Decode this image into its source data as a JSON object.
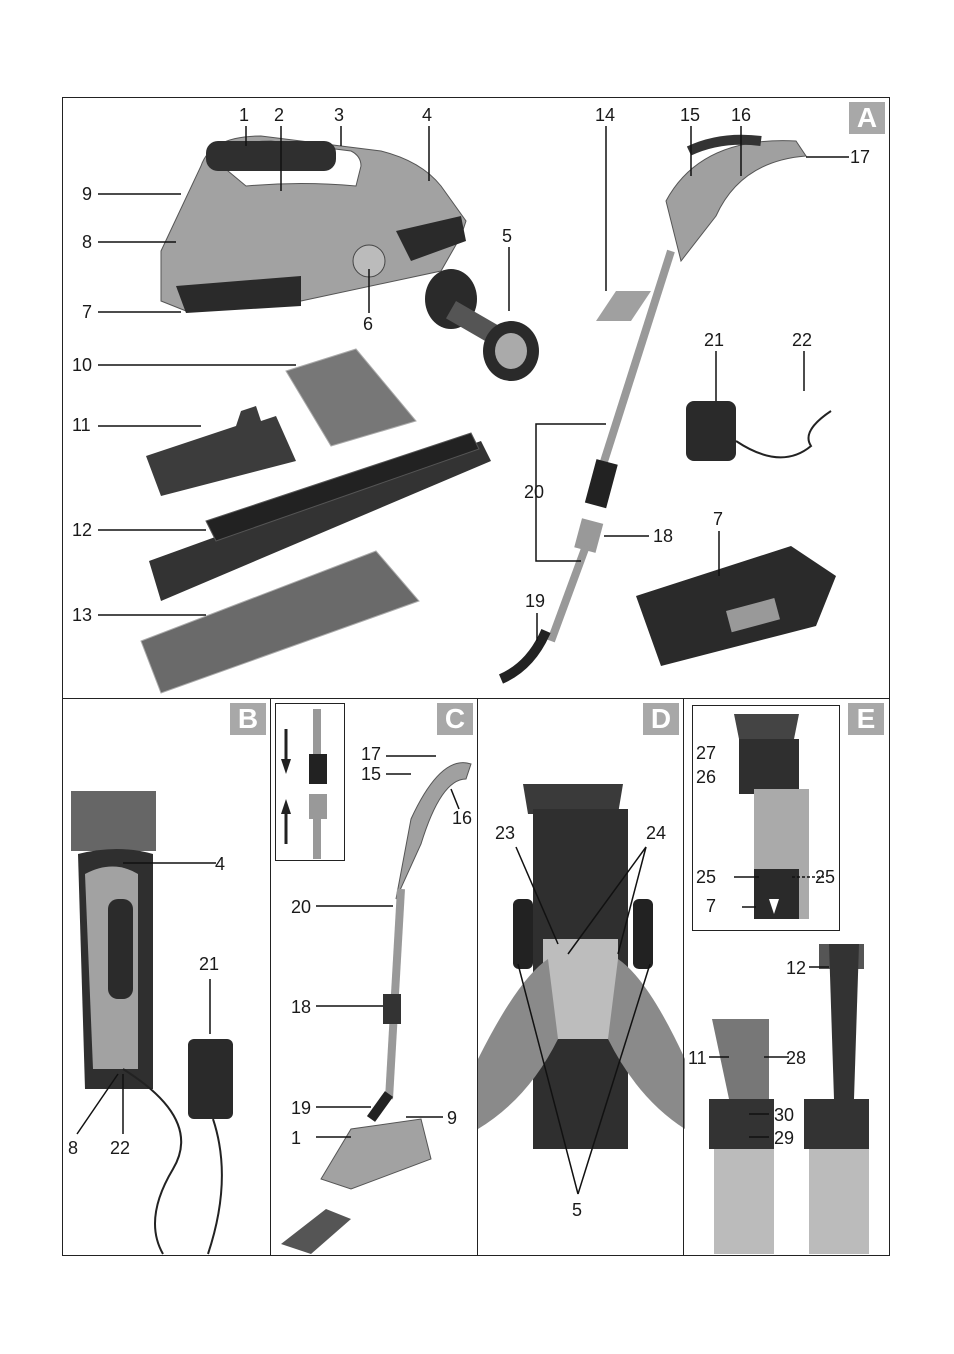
{
  "panels": {
    "A": {
      "badge": "A",
      "labels": [
        "1",
        "2",
        "3",
        "4",
        "9",
        "8",
        "7",
        "6",
        "5",
        "10",
        "11",
        "12",
        "13",
        "14",
        "15",
        "16",
        "17",
        "21",
        "22",
        "20",
        "18",
        "19",
        "7"
      ]
    },
    "B": {
      "badge": "B",
      "labels": [
        "4",
        "21",
        "8",
        "22"
      ]
    },
    "C": {
      "badge": "C",
      "labels": [
        "17",
        "15",
        "16",
        "20",
        "18",
        "19",
        "1",
        "9"
      ]
    },
    "D": {
      "badge": "D",
      "labels": [
        "23",
        "24",
        "5"
      ]
    },
    "E": {
      "badge": "E",
      "labels": [
        "27",
        "26",
        "25",
        "25",
        "7",
        "12",
        "11",
        "28",
        "30",
        "29"
      ]
    }
  },
  "colors": {
    "badge": "#a8a8a8",
    "tool_body": "#9a9a9a",
    "tool_dark": "#3a3a3a",
    "frame": "#222222"
  }
}
